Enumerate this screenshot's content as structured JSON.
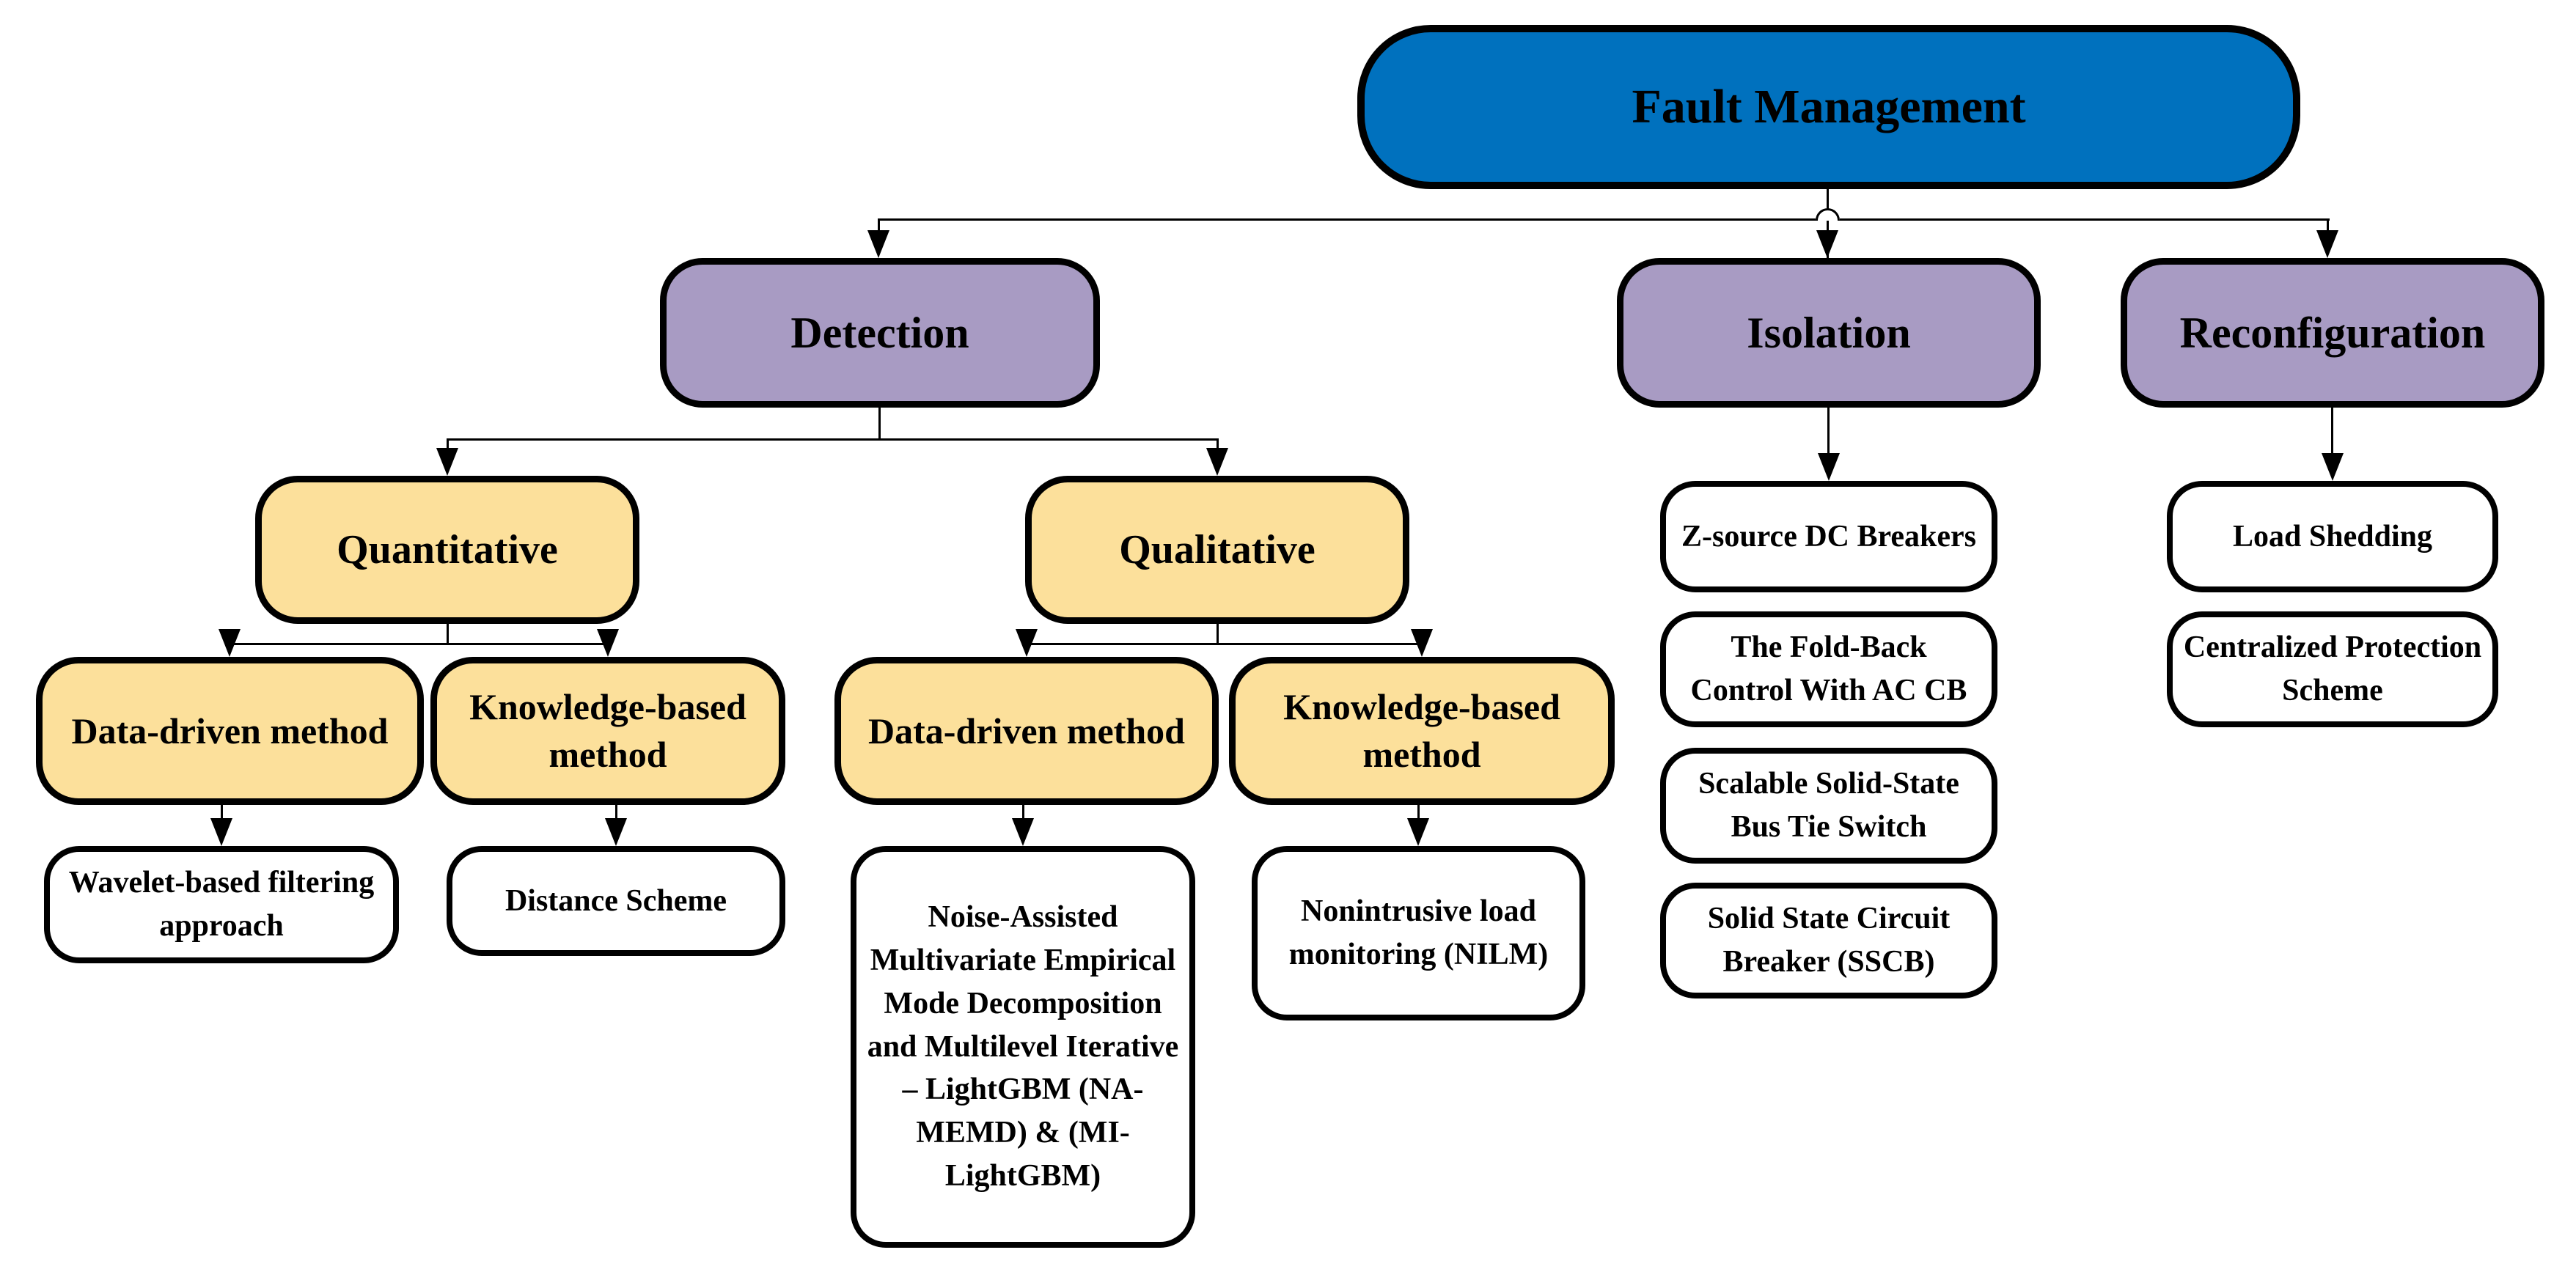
{
  "colors": {
    "root_fill": "#0071BE",
    "branch_fill": "#A89BC3",
    "category_fill": "#FCE09B",
    "leaf_fill": "#FFFFFF",
    "line_color": "#000000"
  },
  "root": {
    "label": "Fault Management"
  },
  "branches": {
    "detection": {
      "label": "Detection",
      "groups": {
        "quantitative": {
          "label": "Quantitative",
          "methods": {
            "data_driven": {
              "label": "Data-driven method",
              "leaf": "Wavelet-based filtering approach"
            },
            "knowledge_based": {
              "label": "Knowledge-based method",
              "leaf": "Distance Scheme"
            }
          }
        },
        "qualitative": {
          "label": "Qualitative",
          "methods": {
            "data_driven": {
              "label": "Data-driven method",
              "leaf": "Noise-Assisted Multivariate Empirical Mode Decomposition and Multilevel Iterative – LightGBM (NA-MEMD) & (MI-LightGBM)"
            },
            "knowledge_based": {
              "label": "Knowledge-based method",
              "leaf": "Nonintrusive load monitoring (NILM)"
            }
          }
        }
      }
    },
    "isolation": {
      "label": "Isolation",
      "leaves": [
        "Z-source DC Breakers",
        "The Fold-Back Control With AC CB",
        "Scalable Solid-State Bus Tie Switch",
        "Solid State Circuit Breaker (SSCB)"
      ]
    },
    "reconfiguration": {
      "label": "Reconfiguration",
      "leaves": [
        "Load Shedding",
        "Centralized Protection Scheme"
      ]
    }
  }
}
